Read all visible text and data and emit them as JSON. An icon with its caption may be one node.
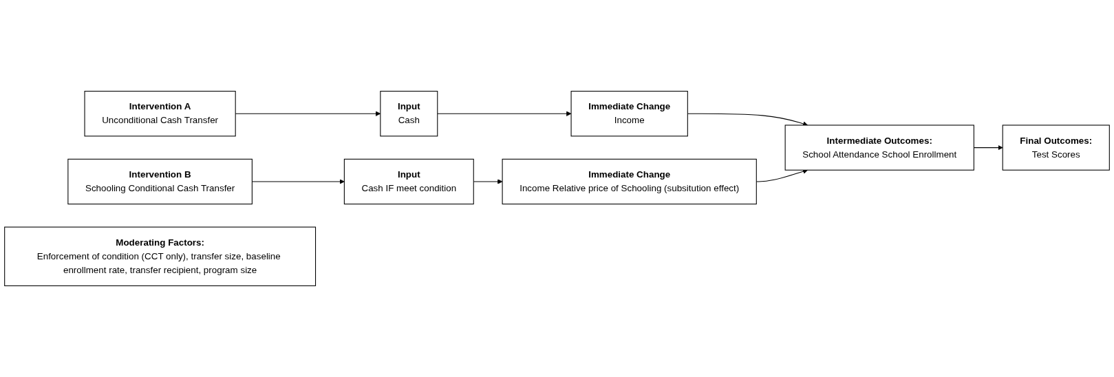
{
  "diagram": {
    "nodes": [
      {
        "text": [
          "Intervention A",
          "Unconditional Cash Transfer"
        ]
      },
      {
        "text": [
          "Input",
          "Cash"
        ]
      },
      {
        "text": [
          "Immediate Change",
          "Income"
        ]
      },
      {
        "text": [
          "Intervention B",
          "Schooling Conditional Cash Transfer"
        ]
      },
      {
        "text": [
          "Input",
          "Cash IF meet condition"
        ]
      },
      {
        "text": [
          "Immediate Change",
          "Income Relative price of Schooling (subsitution effect)"
        ]
      },
      {
        "text": [
          "Intermediate Outcomes:",
          "School Attendance School Enrollment"
        ]
      },
      {
        "text": [
          "Final Outcomes:",
          "Test Scores"
        ]
      },
      {
        "text": [
          "Moderating Factors:",
          "Enforcement of condition (CCT only), transfer size, baseline enrollment rate, transfer recipient, program size"
        ]
      }
    ],
    "edges": [
      {
        "from": 0,
        "to": 1,
        "arrow": "to"
      },
      {
        "from": 1,
        "to": 2,
        "arrow": "to"
      },
      {
        "from": 2,
        "to": 6,
        "arrow": "to"
      },
      {
        "from": 3,
        "to": 4,
        "arrow": "to"
      },
      {
        "from": 4,
        "to": 5,
        "arrow": "to"
      },
      {
        "from": 5,
        "to": 6,
        "arrow": "to"
      },
      {
        "from": 6,
        "to": 7,
        "arrow": "to"
      }
    ]
  }
}
